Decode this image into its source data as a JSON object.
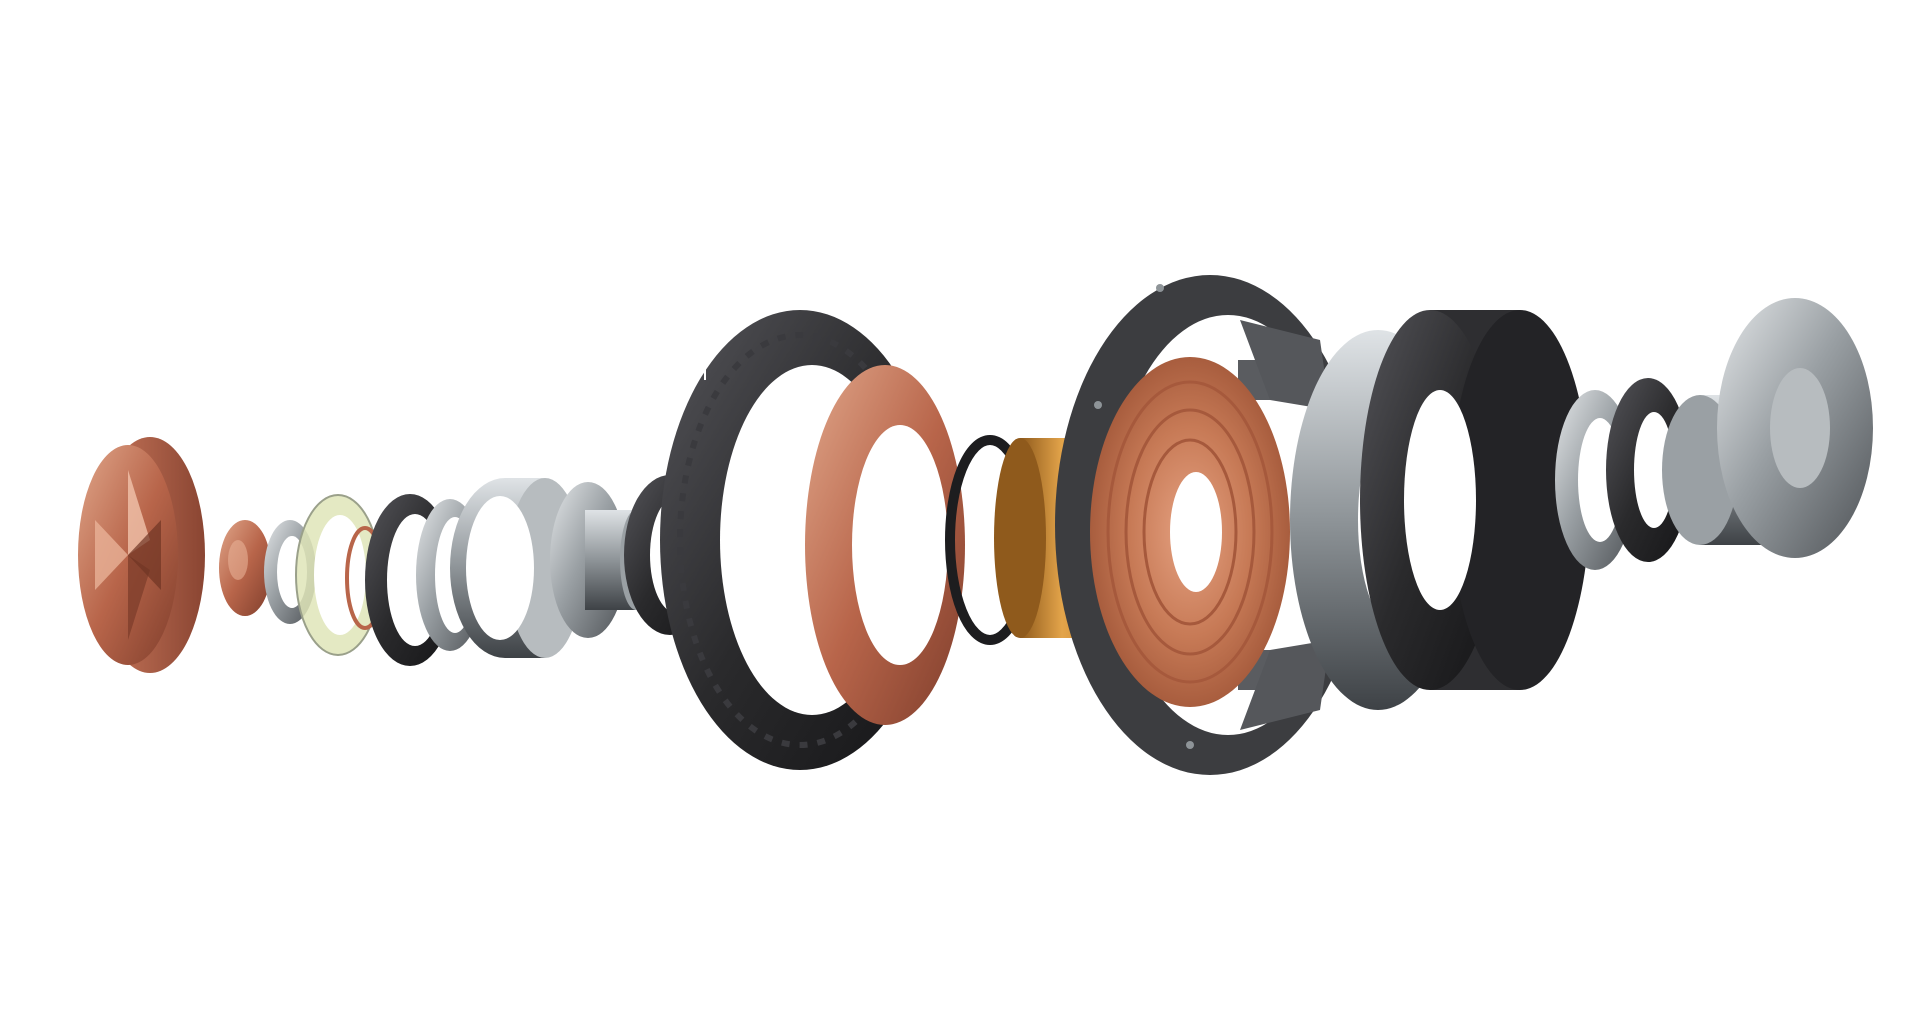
{
  "scene": {
    "subject": "exploded-view-loudspeaker-driver",
    "background": "#ffffff",
    "palette": {
      "copper": "#b8654a",
      "copper_light": "#d99a7c",
      "copper_dark": "#7f3e2c",
      "rubber": "#2a2a2c",
      "rubber_light": "#4a4a4e",
      "steel": "#8e9498",
      "steel_light": "#d6dadd",
      "steel_dark": "#4e5256",
      "gold": "#c8862e",
      "gold_light": "#e3a44a",
      "translucent": "#d9dfb0"
    },
    "parts": [
      {
        "name": "phase-plug-copper",
        "material": "copper"
      },
      {
        "name": "tweeter-dome-copper",
        "material": "copper"
      },
      {
        "name": "tweeter-ring-steel",
        "material": "steel"
      },
      {
        "name": "translucent-ring",
        "material": "translucent"
      },
      {
        "name": "thin-copper-ring",
        "material": "copper"
      },
      {
        "name": "small-rubber-ring",
        "material": "rubber"
      },
      {
        "name": "steel-ring",
        "material": "steel"
      },
      {
        "name": "steel-cup",
        "material": "steel"
      },
      {
        "name": "steel-pole-piece",
        "material": "steel"
      },
      {
        "name": "rubber-gasket",
        "material": "rubber"
      },
      {
        "name": "foam-ring",
        "material": "rubber"
      },
      {
        "name": "large-rubber-surround",
        "material": "rubber"
      },
      {
        "name": "copper-cone",
        "material": "copper"
      },
      {
        "name": "thin-rubber-ring",
        "material": "rubber"
      },
      {
        "name": "voice-coil-former",
        "material": "gold"
      },
      {
        "name": "copper-voice-coil",
        "material": "copper"
      },
      {
        "name": "copper-spider",
        "material": "copper"
      },
      {
        "name": "metal-basket-frame",
        "material": "rubber"
      },
      {
        "name": "steel-top-plate",
        "material": "steel"
      },
      {
        "name": "ferrite-magnet",
        "material": "rubber"
      },
      {
        "name": "steel-pole-ring",
        "material": "steel"
      },
      {
        "name": "rubber-rear-ring",
        "material": "rubber"
      },
      {
        "name": "steel-back-plate",
        "material": "steel"
      }
    ]
  }
}
